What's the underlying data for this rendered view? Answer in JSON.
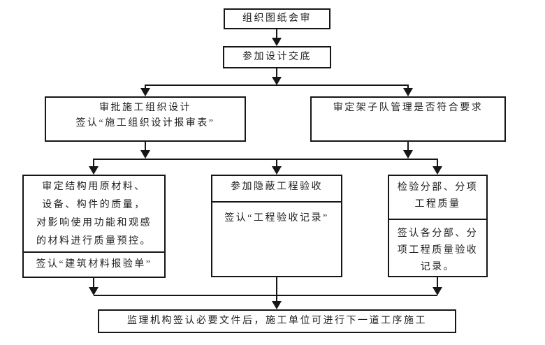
{
  "diagram": {
    "colors": {
      "line": "#161616",
      "text": "#1c1c1c",
      "background": "#ffffff"
    },
    "boxes": {
      "organize_drawing_review": {
        "text": "组织图纸会审"
      },
      "design_disclosure": {
        "text": "参加设计交底"
      },
      "construction_org_design": {
        "lines": [
          "审批施工组织设计",
          "签认“施工组织设计报审表”"
        ]
      },
      "scaffold_team_review": {
        "text": "审定架子队管理是否符合要求"
      },
      "material_quality": {
        "top_lines": [
          "审定结构用原材料、",
          "设备、构件的质量，",
          "对影响使用功能和观感",
          "的材料进行质量预控。"
        ],
        "bottom": "签认“建筑材料报验单”"
      },
      "hidden_works": {
        "top": "参加隐蔽工程验收",
        "bottom": "签认“工程验收记录”"
      },
      "subdivision_quality": {
        "top_lines": [
          "检验分部、分项",
          "工程质量"
        ],
        "bottom_lines": [
          "签认各分部、分",
          "项工程质量验收",
          "记录。"
        ]
      },
      "next_process": {
        "text": "监理机构签认必要文件后，施工单位可进行下一道工序施工"
      }
    }
  }
}
